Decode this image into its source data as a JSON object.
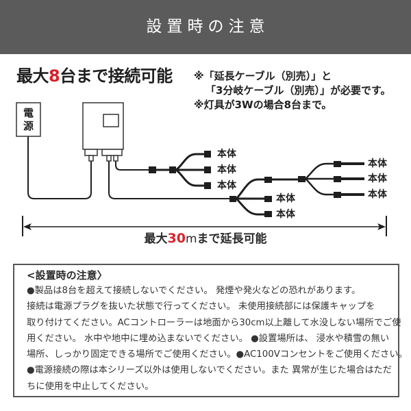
{
  "header": {
    "title": "設置時の注意"
  },
  "headline": {
    "prefix": "最大",
    "count": "8",
    "suffix": "台まで接続可能"
  },
  "requirements_note": {
    "lines": [
      "※「延長ケーブル（別売）」と",
      "「3分岐ケーブル（別売）」が必要です。",
      "※灯具が3Wの場合8台まで。"
    ]
  },
  "diagram": {
    "power_source": {
      "label_top": "電",
      "label_bottom": "源"
    },
    "fixtures": [
      {
        "label": "本体"
      },
      {
        "label": "本体"
      },
      {
        "label": "本体"
      },
      {
        "label": "本体"
      },
      {
        "label": "本体"
      },
      {
        "label": "本体"
      },
      {
        "label": "本体"
      },
      {
        "label": "本体"
      }
    ],
    "extension": {
      "prefix": "最大",
      "length": "30",
      "unit": "m",
      "suffix": "まで延長可能"
    }
  },
  "notes": {
    "title": "<設置時の注意〉",
    "lines": [
      "●製品は8台を超えて接続しないでください。 発煙や発火などの恐れがあります。",
      "接続は電源プラグを抜いた状態で行ってください。 未使用接続部には保護キャップを",
      "取り付けてください。ACコントローラーは地面から30cm以上離して水没しない場所でご使",
      "用ください。 水中や地中に埋め込まないでください。 ●設置場所は、 浸水や積雪の無い",
      "場所、しっかり固定できる場所でご使用ください。●AC100Vコンセントをご使用ください。",
      "●電源接続の際は本シリーズ以外は使用しないでください。また 異常が生じた場合はただ",
      "ちに使用を中止してください。"
    ]
  },
  "colors": {
    "header_bg": "#5b5b5b",
    "header_text": "#ffffff",
    "accent_red": "#d9222a",
    "text": "#222222",
    "notes_border": "#555555"
  }
}
